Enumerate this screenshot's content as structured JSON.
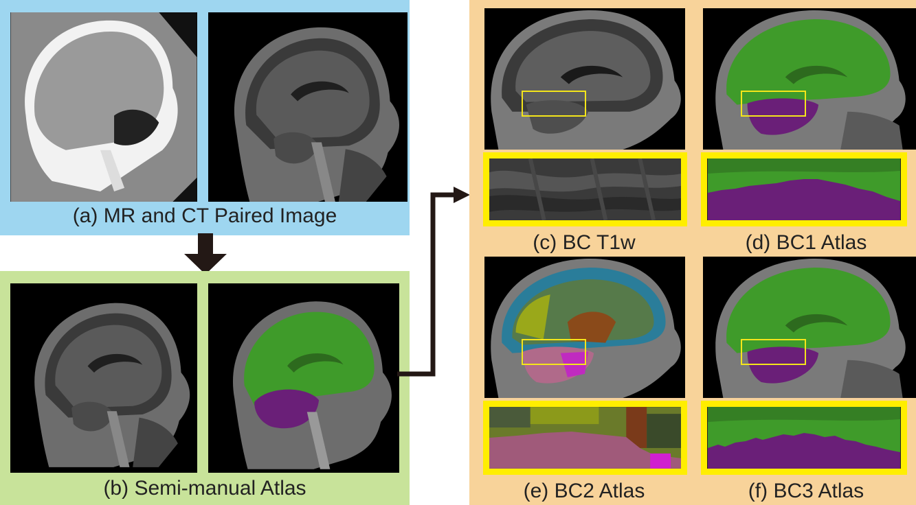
{
  "panels": {
    "a": {
      "caption": "(a) MR and CT Paired Image"
    },
    "b": {
      "caption": "(b) Semi-manual Atlas"
    },
    "c": {
      "caption": "(c) BC T1w"
    },
    "d": {
      "caption": "(d) BC1 Atlas"
    },
    "e": {
      "caption": "(e) BC2 Atlas"
    },
    "f": {
      "caption": "(f) BC3 Atlas"
    }
  },
  "colors": {
    "panel_a_bg": "#9ed6f0",
    "panel_b_bg": "#c8e39a",
    "panel_right_bg": "#f8d39a",
    "highlight": "#ffee00",
    "brain_green": "#3f9b2a",
    "cerebellum_purple": "#6a1f78",
    "arrow": "#231815"
  },
  "icons": [
    "down-arrow-icon",
    "elbow-arrow-icon"
  ]
}
